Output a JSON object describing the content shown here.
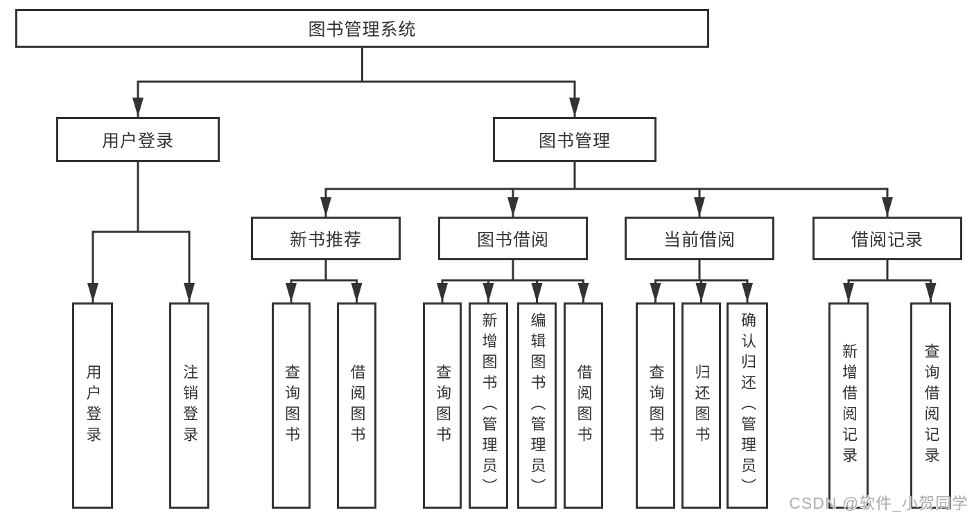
{
  "diagram": {
    "root": "图书管理系统",
    "login": {
      "label": "用户登录",
      "children": [
        "用户登录",
        "注销登录"
      ]
    },
    "mgmt": {
      "label": "图书管理",
      "sections": [
        {
          "label": "新书推荐",
          "children": [
            "查询图书",
            "借阅图书"
          ]
        },
        {
          "label": "图书借阅",
          "children": [
            "查询图书",
            "新增图书（管理员）",
            "编辑图书（管理员）",
            "借阅图书"
          ]
        },
        {
          "label": "当前借阅",
          "children": [
            "查询图书",
            "归还图书",
            "确认归还（管理员）"
          ]
        },
        {
          "label": "借阅记录",
          "children": [
            "新增借阅记录",
            "查询借阅记录"
          ]
        }
      ]
    }
  },
  "colors": {
    "stroke": "#333333",
    "text": "#333333",
    "background": "#ffffff",
    "watermark": "#a8a8a8"
  },
  "watermark": "CSDN @软件_小贺同学"
}
